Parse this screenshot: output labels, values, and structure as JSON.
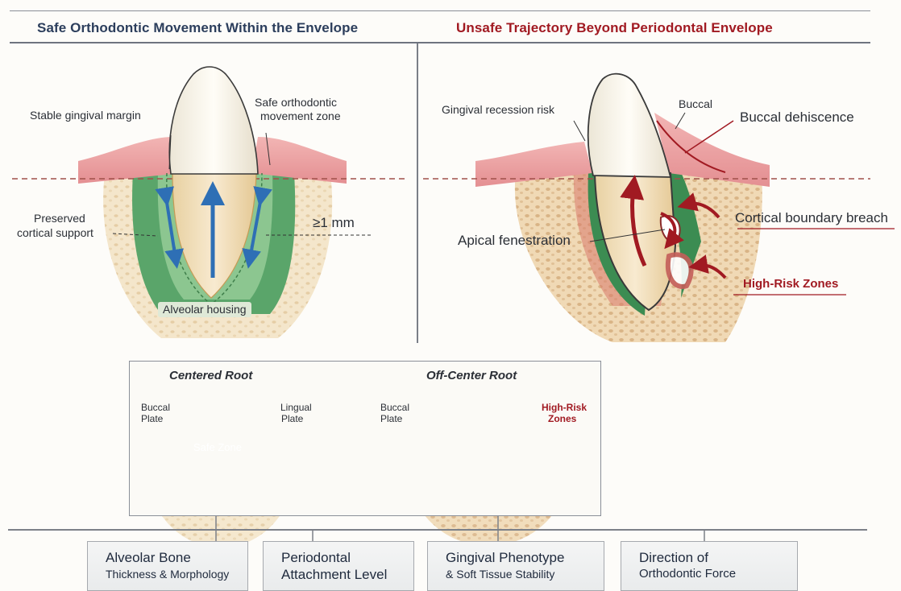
{
  "panels": {
    "left_title": "Safe Orthodontic Movement Within the Envelope",
    "right_title": "Unsafe Trajectory Beyond Periodontal Envelope"
  },
  "left": {
    "stable_gingival_margin": "Stable gingival margin",
    "safe_zone_line1": "Safe orthodontic",
    "safe_zone_line2": "movement zone",
    "preserved_line1": "Preserved",
    "preserved_line2": "cortical support",
    "min_thickness": "≥1 mm",
    "alveolar_housing": "Alveolar housing"
  },
  "right": {
    "gingival_recession": "Gingival recession risk",
    "buccal": "Buccal",
    "buccal_dehiscence": "Buccal dehiscence",
    "cortical_breach": "Cortical boundary breach",
    "apical_fenestration": "Apical fenestration",
    "high_risk_zones": "High-Risk Zones"
  },
  "inset": {
    "centered": {
      "heading": "Centered Root",
      "buccal_line1": "Buccal",
      "buccal_line2": "Plate",
      "lingual_line1": "Lingual",
      "lingual_line2": "Plate",
      "safe_zone": "Safe Zone"
    },
    "offcenter": {
      "heading": "Off-Center Root",
      "buccal_line1": "Buccal",
      "buccal_line2": "Plate",
      "risk_line1": "High-Risk",
      "risk_line2": "Zones"
    }
  },
  "factors": [
    {
      "line1": "Alveolar Bone",
      "line2": "Thickness & Morphology"
    },
    {
      "line1": "Periodontal",
      "line2": "Attachment Level"
    },
    {
      "line1": "Gingival Phenotype",
      "line2": "& Soft Tissue Stability"
    },
    {
      "line1": "Direction of",
      "line2": "Orthodontic Force"
    }
  ],
  "colors": {
    "safe_green": "#4e9b5e",
    "risk_red": "#a11a22",
    "arrow_blue": "#2e6fb5",
    "gingiva": "#e89a9c",
    "bone": "#f2e2c4"
  }
}
